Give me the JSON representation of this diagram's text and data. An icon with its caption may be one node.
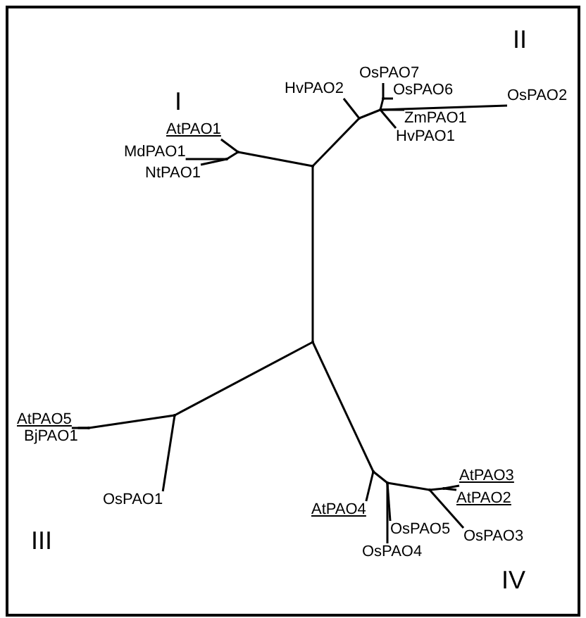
{
  "diagram": {
    "nodes": [
      {
        "text": [
          "HvPAO2"
        ]
      },
      {
        "text": [
          "OsPAO7"
        ]
      },
      {
        "text": [
          "OsPAO6"
        ]
      },
      {
        "text": [
          "OsPAO2"
        ]
      },
      {
        "text": [
          "ZmPAO1"
        ]
      },
      {
        "text": [
          "HvPAO1"
        ]
      },
      {
        "text": [
          "AtPAO1"
        ]
      },
      {
        "text": [
          "MdPAO1"
        ]
      },
      {
        "text": [
          "NtPAO1"
        ]
      },
      {
        "text": [
          "AtPAO5"
        ]
      },
      {
        "text": [
          "BjPAO1"
        ]
      },
      {
        "text": [
          "OsPAO1"
        ]
      },
      {
        "text": [
          "AtPAO4"
        ]
      },
      {
        "text": [
          "AtPAO3"
        ]
      },
      {
        "text": [
          "AtPAO2"
        ]
      },
      {
        "text": [
          "OsPAO5"
        ]
      },
      {
        "text": [
          "OsPAO3"
        ]
      },
      {
        "text": [
          "OsPAO4"
        ]
      },
      {
        "text": [],
        "shape": "point"
      },
      {
        "text": [],
        "shape": "point"
      },
      {
        "text": [],
        "shape": "point"
      },
      {
        "text": [],
        "shape": "point"
      },
      {
        "text": [],
        "shape": "point"
      },
      {
        "text": [],
        "shape": "point"
      },
      {
        "text": [],
        "shape": "point"
      },
      {
        "text": [],
        "shape": "point"
      },
      {
        "text": [],
        "shape": "point"
      },
      {
        "text": [],
        "shape": "point"
      },
      {
        "text": [],
        "shape": "point"
      },
      {
        "text": [],
        "shape": "point"
      },
      {
        "text": [],
        "shape": "point"
      }
    ],
    "edges": [
      {
        "from": 18,
        "to": 19,
        "arrow": "none"
      },
      {
        "from": 18,
        "to": 20,
        "arrow": "none"
      },
      {
        "from": 20,
        "to": 6,
        "arrow": "none"
      },
      {
        "from": 20,
        "to": 21,
        "arrow": "none"
      },
      {
        "from": 21,
        "to": 7,
        "arrow": "none"
      },
      {
        "from": 21,
        "to": 8,
        "arrow": "none"
      },
      {
        "from": 18,
        "to": 22,
        "arrow": "none"
      },
      {
        "from": 22,
        "to": 0,
        "arrow": "none"
      },
      {
        "from": 22,
        "to": 23,
        "arrow": "none"
      },
      {
        "from": 23,
        "to": 3,
        "arrow": "none"
      },
      {
        "from": 23,
        "to": 24,
        "arrow": "none"
      },
      {
        "from": 24,
        "to": 1,
        "arrow": "none"
      },
      {
        "from": 24,
        "to": 2,
        "arrow": "none"
      },
      {
        "from": 23,
        "to": 4,
        "arrow": "none"
      },
      {
        "from": 23,
        "to": 5,
        "arrow": "none"
      },
      {
        "from": 19,
        "to": 25,
        "arrow": "none"
      },
      {
        "from": 25,
        "to": 26,
        "arrow": "none"
      },
      {
        "from": 26,
        "to": 9,
        "arrow": "none"
      },
      {
        "from": 26,
        "to": 10,
        "arrow": "none"
      },
      {
        "from": 25,
        "to": 11,
        "arrow": "none"
      },
      {
        "from": 19,
        "to": 27,
        "arrow": "none"
      },
      {
        "from": 27,
        "to": 12,
        "arrow": "none"
      },
      {
        "from": 27,
        "to": 28,
        "arrow": "none"
      },
      {
        "from": 28,
        "to": 17,
        "arrow": "none"
      },
      {
        "from": 28,
        "to": 15,
        "arrow": "none"
      },
      {
        "from": 28,
        "to": 29,
        "arrow": "none"
      },
      {
        "from": 29,
        "to": 30,
        "arrow": "none"
      },
      {
        "from": 30,
        "to": 13,
        "arrow": "none"
      },
      {
        "from": 30,
        "to": 14,
        "arrow": "none"
      },
      {
        "from": 29,
        "to": 16,
        "arrow": "none"
      }
    ],
    "labels": [
      "I",
      "II",
      "III",
      "IV"
    ]
  }
}
